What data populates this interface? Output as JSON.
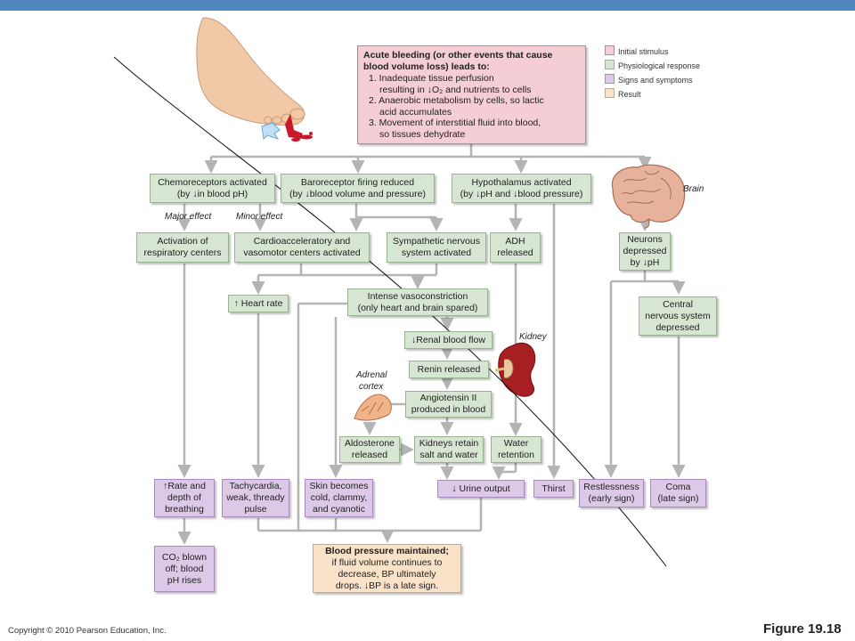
{
  "legend": {
    "initial": "Initial stimulus",
    "physiological": "Physiological response",
    "signs": "Signs and symptoms",
    "result": "Result",
    "colors": {
      "initial": "#f4cdd5",
      "physiological": "#d6e6d2",
      "signs": "#dcc9e7",
      "result": "#f9e2c7"
    }
  },
  "initial": {
    "heading1": "Acute bleeding (or other events that cause",
    "heading2": "blood volume loss) leads to:",
    "item1a": "1. Inadequate tissue perfusion",
    "item1b": "resulting in ↓O₂ and nutrients to cells",
    "item2a": "2. Anaerobic metabolism by cells, so lactic",
    "item2b": "acid accumulates",
    "item3a": "3. Movement of interstitial fluid into blood,",
    "item3b": "so tissues dehydrate"
  },
  "row1": {
    "chemo1": "Chemoreceptors activated",
    "chemo2": "(by ↓in blood pH)",
    "baro1": "Baroreceptor firing reduced",
    "baro2": "(by ↓blood volume and pressure)",
    "hypo1": "Hypothalamus activated",
    "hypo2": "(by ↓pH and ↓blood pressure)"
  },
  "labels": {
    "major": "Major effect",
    "minor": "Minor effect",
    "brain": "Brain",
    "kidney": "Kidney",
    "adrenal1": "Adrenal",
    "adrenal2": "cortex"
  },
  "row2": {
    "resp1": "Activation of",
    "resp2": "respiratory centers",
    "cardio1": "Cardioacceleratory and",
    "cardio2": "vasomotor centers activated",
    "symp1": "Sympathetic nervous",
    "symp2": "system activated",
    "adh1": "ADH",
    "adh2": "released",
    "neur1": "Neurons",
    "neur2": "depressed",
    "neur3": "by ↓pH"
  },
  "mid": {
    "hr": "↑ Heart rate",
    "vaso1": "Intense vasoconstriction",
    "vaso2": "(only heart and brain spared)",
    "cns1": "Central",
    "cns2": "nervous system",
    "cns3": "depressed",
    "renal": "↓Renal blood flow",
    "renin": "Renin released",
    "angio1": "Angiotensin II",
    "angio2": "produced in blood",
    "aldo1": "Aldosterone",
    "aldo2": "released",
    "kid1": "Kidneys retain",
    "kid2": "salt and water",
    "water1": "Water",
    "water2": "retention"
  },
  "signs": {
    "rate1": "↑Rate and",
    "rate2": "depth of",
    "rate3": "breathing",
    "tachy1": "Tachycardia,",
    "tachy2": "weak, thready",
    "tachy3": "pulse",
    "skin1": "Skin becomes",
    "skin2": "cold, clammy,",
    "skin3": "and cyanotic",
    "urine": "↓ Urine output",
    "thirst": "Thirst",
    "rest1": "Restlessness",
    "rest2": "(early sign)",
    "coma1": "Coma",
    "coma2": "(late sign)",
    "co2a": "CO₂ blown",
    "co2b": "off; blood",
    "co2c": "pH rises"
  },
  "result": {
    "line1": "Blood pressure maintained;",
    "line2": "if fluid volume continues to",
    "line3": "decrease, BP ultimately",
    "line4": "drops. ↓BP is a late sign."
  },
  "footer": {
    "copyright": "Copyright © 2010 Pearson Education, Inc.",
    "figure": "Figure 19.18"
  }
}
